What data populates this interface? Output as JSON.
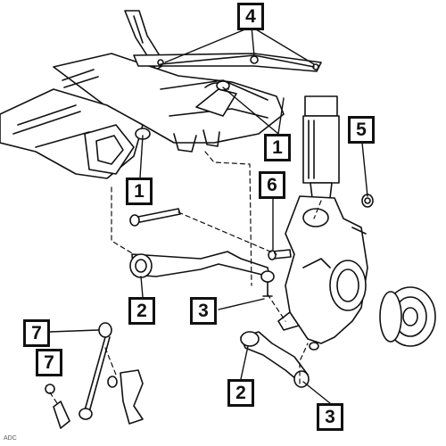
{
  "callouts": {
    "c4": "4",
    "c1_upper": "1",
    "c1_lower": "1",
    "c5": "5",
    "c6": "6",
    "c2_upper": "2",
    "c3_upper": "3",
    "c7_upper": "7",
    "c7_lower": "7",
    "c2_lower": "2",
    "c3_lower": "3"
  },
  "footer": {
    "credit": "ADC"
  }
}
